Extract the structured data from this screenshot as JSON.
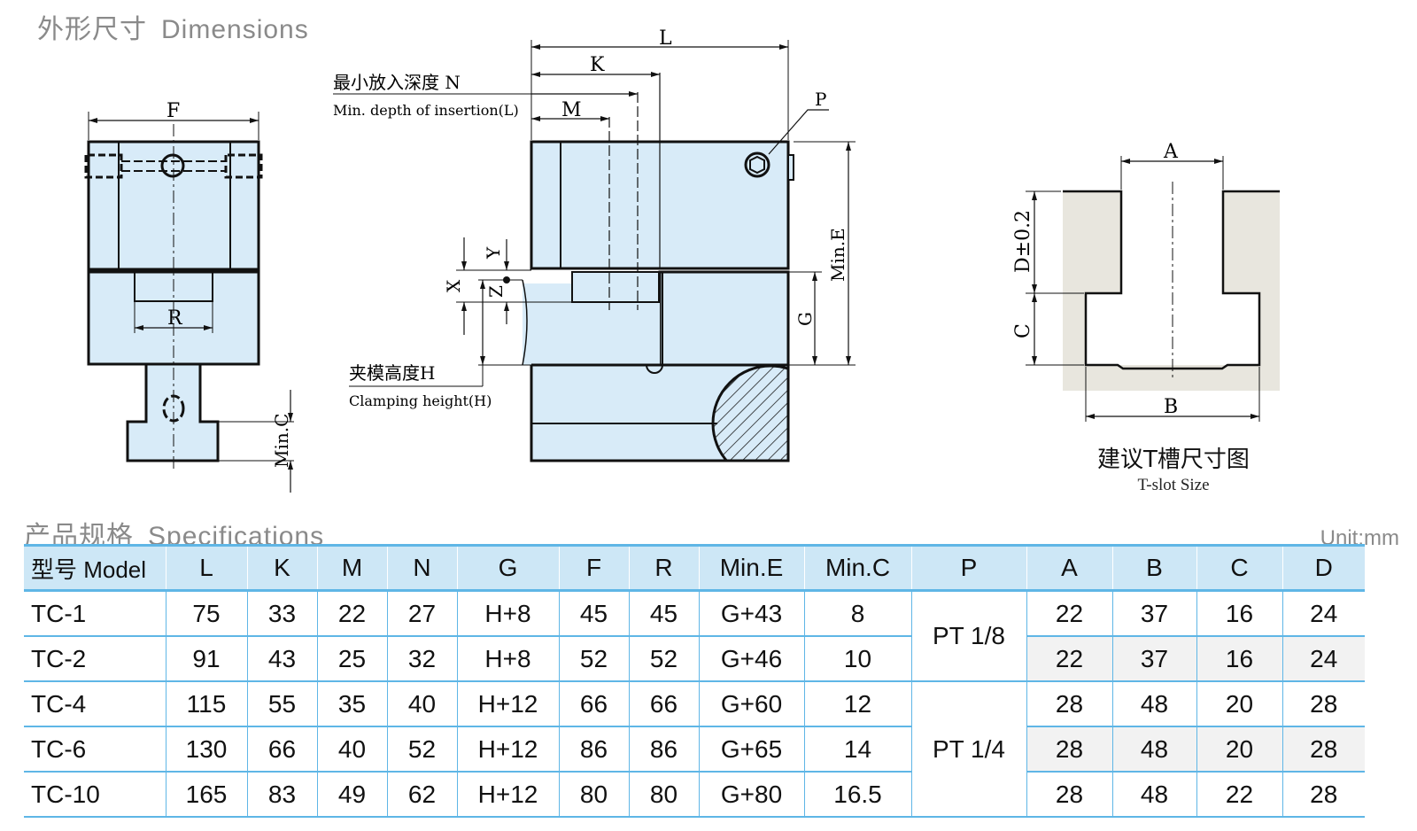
{
  "dimensions_title": {
    "zh": "外形尺寸",
    "en": "Dimensions"
  },
  "specs_title": {
    "zh": "产品规格",
    "en": "Specifications"
  },
  "unit": "Unit:mm",
  "drawing_labels": {
    "F": "F",
    "R": "R",
    "min_c": "Min.C",
    "L": "L",
    "K": "K",
    "M": "M",
    "P": "P",
    "min_depth_zh": "最小放入深度 N",
    "min_depth_en": "Min. depth of insertion(L)",
    "Y": "Y",
    "X": "X",
    "Z": "Z",
    "clamp_zh": "夹模高度H",
    "clamp_en": "Clamping height(H)",
    "G": "G",
    "min_e": "Min.E",
    "A": "A",
    "B": "B",
    "C": "C",
    "D": "D±0.2"
  },
  "tslot_caption": {
    "zh": "建议T槽尺寸图",
    "en": "T-slot Size"
  },
  "table": {
    "headers": [
      "型号 Model",
      "L",
      "K",
      "M",
      "N",
      "G",
      "F",
      "R",
      "Min.E",
      "Min.C",
      "P",
      "A",
      "B",
      "C",
      "D"
    ],
    "rows": [
      [
        "TC-1",
        "75",
        "33",
        "22",
        "27",
        "H+8",
        "45",
        "45",
        "G+43",
        "8",
        "PT 1/8",
        "22",
        "37",
        "16",
        "24"
      ],
      [
        "TC-2",
        "91",
        "43",
        "25",
        "32",
        "H+8",
        "52",
        "52",
        "G+46",
        "10",
        "",
        "22",
        "37",
        "16",
        "24"
      ],
      [
        "TC-4",
        "115",
        "55",
        "35",
        "40",
        "H+12",
        "66",
        "66",
        "G+60",
        "12",
        "PT 1/4",
        "28",
        "48",
        "20",
        "28"
      ],
      [
        "TC-6",
        "130",
        "66",
        "40",
        "52",
        "H+12",
        "86",
        "86",
        "G+65",
        "14",
        "",
        "28",
        "48",
        "20",
        "28"
      ],
      [
        "TC-10",
        "165",
        "83",
        "49",
        "62",
        "H+12",
        "80",
        "80",
        "G+80",
        "16.5",
        "",
        "28",
        "48",
        "22",
        "28"
      ]
    ]
  },
  "colors": {
    "part_fill": "#d8ebf8",
    "slot_fill": "#e8e6de",
    "header_fill": "#cde7f6",
    "rule": "#5fb6e6"
  }
}
